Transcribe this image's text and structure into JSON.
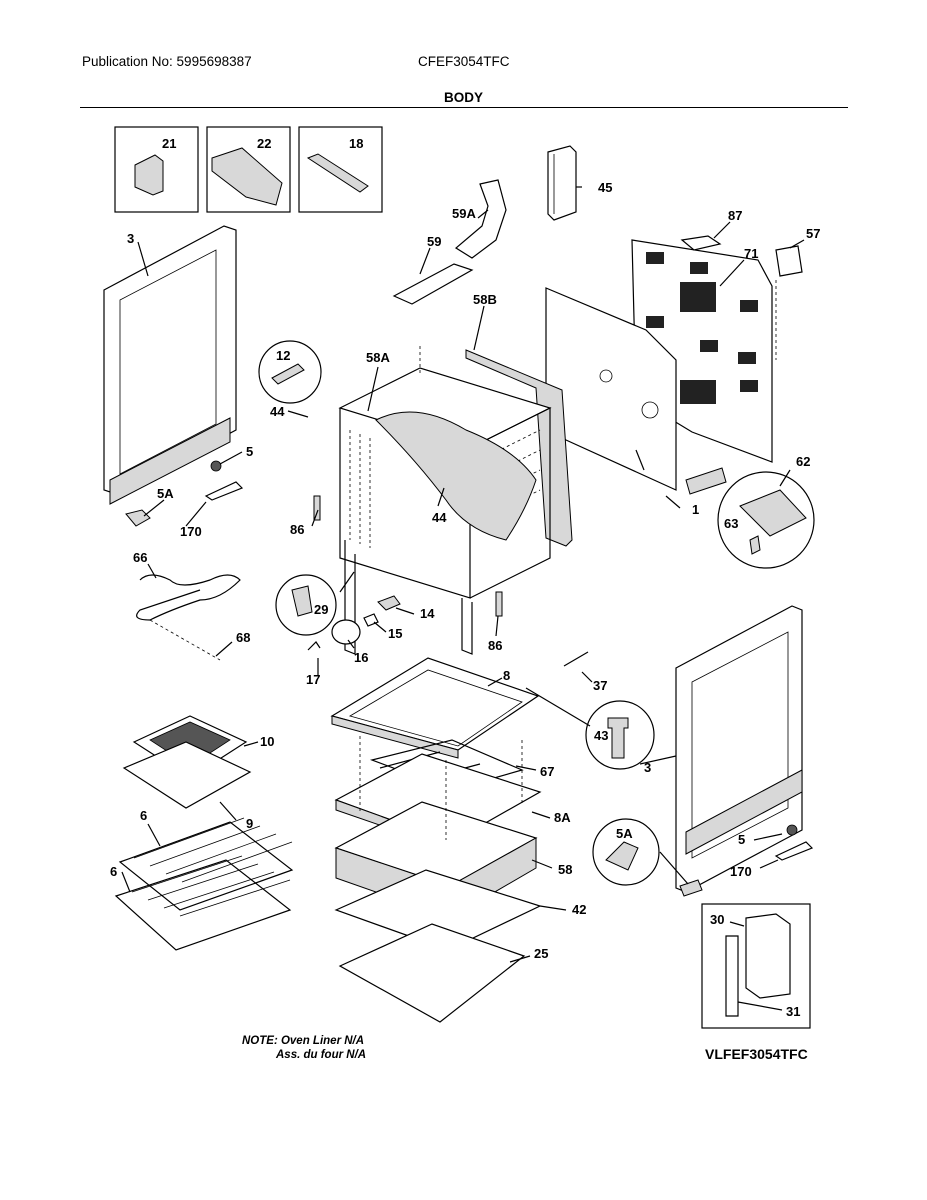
{
  "header": {
    "publication": "Publication No: 5995698387",
    "model": "CFEF3054TFC",
    "section_title": "BODY"
  },
  "footer": {
    "note_line1": "NOTE: Oven Liner N/A",
    "note_line2": "Ass. du four N/A",
    "diagram_code": "VLFEF3054TFC"
  },
  "callouts": {
    "c21": "21",
    "c22": "22",
    "c18": "18",
    "c45": "45",
    "c59A": "59A",
    "c87": "87",
    "c57": "57",
    "c3a": "3",
    "c59": "59",
    "c71": "71",
    "c58B": "58B",
    "c12": "12",
    "c58A": "58A",
    "c44a": "44",
    "c5a": "5",
    "c5Aa": "5A",
    "c170a": "170",
    "c62": "62",
    "c86a": "86",
    "c44b": "44",
    "c1": "1",
    "c63": "63",
    "c66": "66",
    "c29": "29",
    "c14": "14",
    "c15": "15",
    "c68": "68",
    "c86b": "86",
    "c16": "16",
    "c17": "17",
    "c8": "8",
    "c37": "37",
    "c10": "10",
    "c43": "43",
    "c3b": "3",
    "c67": "67",
    "c9": "9",
    "c6a": "6",
    "c8A": "8A",
    "c5Ab": "5A",
    "c5b": "5",
    "c6b": "6",
    "c58": "58",
    "c170b": "170",
    "c42": "42",
    "c30": "30",
    "c25": "25",
    "c31": "31"
  }
}
